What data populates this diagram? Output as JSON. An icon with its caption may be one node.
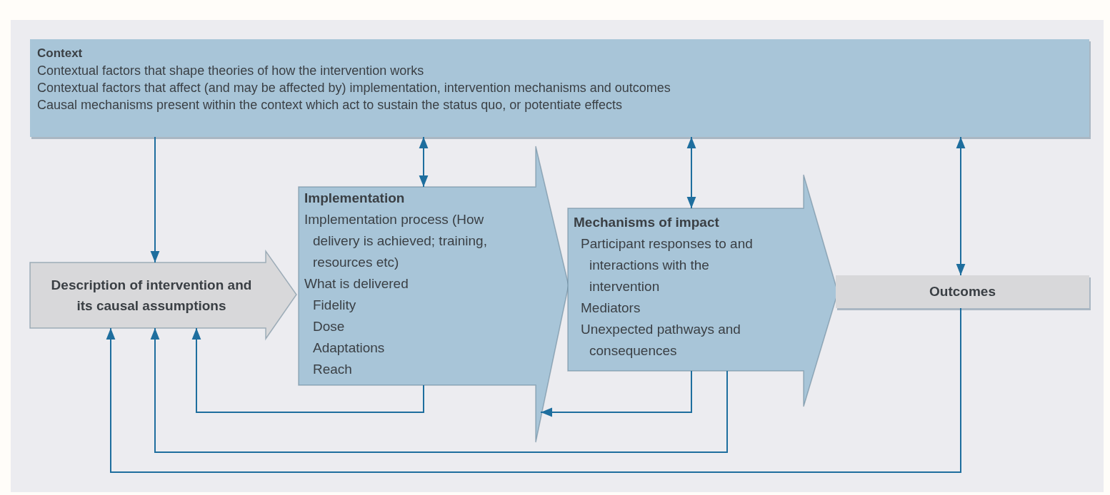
{
  "diagram": {
    "nodes": [
      {
        "text": [
          "Context",
          "Contextual factors that shape theories of how the intervention works",
          "Contextual factors that  affect (and may be affected by) implementation, intervention mechanisms and outcomes",
          "Causal mechanisms present within the context which act to sustain the status quo, or potentiate effects"
        ]
      },
      {
        "text": [
          "Description of intervention and its causal assumptions"
        ]
      },
      {
        "text": [
          "Implementation",
          "Implementation process (How delivery is achieved; training, resources etc)",
          "What is delivered",
          "Fidelity",
          "Dose",
          "Adaptations",
          "Reach"
        ]
      },
      {
        "text": [
          "Mechanisms of impact",
          "Participant responses to and interactions with the intervention",
          "Mediators",
          "Unexpected pathways and consequences"
        ]
      },
      {
        "text": [
          "Outcomes"
        ]
      }
    ],
    "edges": [
      {
        "from": 0,
        "to": 1,
        "arrow": "to"
      },
      {
        "from": 0,
        "to": 2,
        "arrow": "both"
      },
      {
        "from": 0,
        "to": 3,
        "arrow": "both"
      },
      {
        "from": 0,
        "to": 4,
        "arrow": "both"
      },
      {
        "from": 2,
        "to": 1,
        "arrow": "to"
      },
      {
        "from": 3,
        "to": 2,
        "arrow": "to"
      },
      {
        "from": 3,
        "to": 1,
        "arrow": "to"
      },
      {
        "from": 4,
        "to": 1,
        "arrow": "to"
      }
    ]
  }
}
